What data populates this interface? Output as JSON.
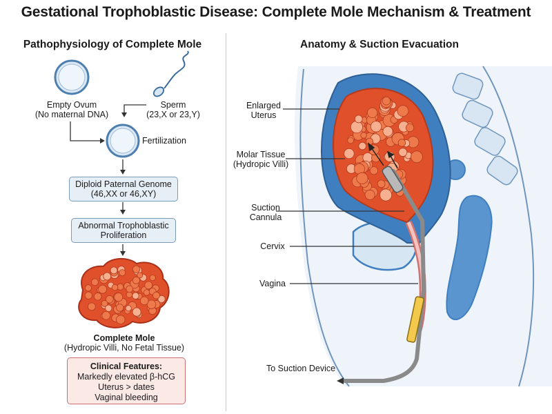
{
  "title": "Gestational Trophoblastic Disease: Complete Mole Mechanism & Treatment",
  "left": {
    "heading": "Pathophysiology of Complete Mole",
    "ovum": {
      "line1": "Empty Ovum",
      "line2": "(No maternal DNA)"
    },
    "sperm": {
      "line1": "Sperm",
      "line2": "(23,X or 23,Y)"
    },
    "fertilization": "Fertilization",
    "genome_box": {
      "line1": "Diploid Paternal Genome",
      "line2": "(46,XX or 46,XY)"
    },
    "prolif_box": {
      "line1": "Abnormal Trophoblastic",
      "line2": "Proliferation"
    },
    "mole": {
      "title": "Complete Mole",
      "subtitle": "(Hydropic Villi, No Fetal Tissue)"
    },
    "clinical": {
      "title": "Clinical Features:",
      "items": [
        "Markedly elevated β-hCG",
        "Uterus > dates",
        "Vaginal bleeding"
      ]
    }
  },
  "right": {
    "heading": "Anatomy & Suction Evacuation",
    "labels": {
      "uterus": {
        "line1": "Enlarged",
        "line2": "Uterus"
      },
      "molar": {
        "line1": "Molar Tissue",
        "line2": "(Hydropic Villi)"
      },
      "cannula": {
        "line1": "Suction",
        "line2": "Cannula"
      },
      "cervix": "Cervix",
      "vagina": "Vagina",
      "device": "To Suction Device"
    }
  },
  "colors": {
    "divider": "#c8c8c8",
    "box_fill": "#e6eef6",
    "box_border": "#7a9bb8",
    "clinical_fill": "#fbe9e6",
    "clinical_border": "#c97070",
    "mole_red": "#e0502a",
    "uterus_blue": "#3f7fc0",
    "cannula_yellow": "#f2c94c"
  },
  "icons": [
    "ovum-icon",
    "sperm-icon",
    "fertilized-cell-icon",
    "mole-mass-icon",
    "arrow-down-icon"
  ]
}
